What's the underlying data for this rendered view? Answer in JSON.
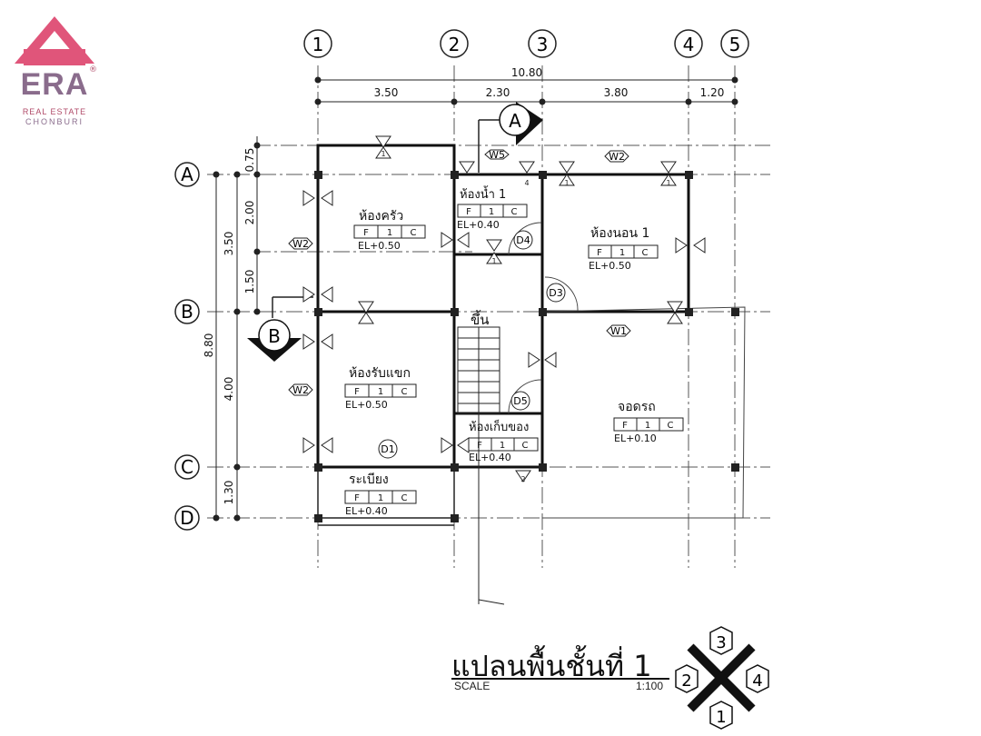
{
  "logo": {
    "brand": "ERA",
    "registered": "®",
    "sub1": "REAL ESTATE",
    "sub2": "CHONBURI",
    "roof_color": "#e0557a",
    "text_color": "#8a6c8c"
  },
  "grid_cols": [
    "1",
    "2",
    "3",
    "4",
    "5"
  ],
  "grid_rows": [
    "A",
    "B",
    "C",
    "D"
  ],
  "dims_top": {
    "total": "10.80",
    "spans": [
      "3.50",
      "2.30",
      "3.80",
      "1.20"
    ]
  },
  "dims_left": {
    "total": "8.80",
    "outer": [
      "3.50",
      "4.00",
      "1.30"
    ],
    "inner": [
      "0.75",
      "2.00",
      "1.50"
    ]
  },
  "rooms": [
    {
      "name": "ห้องครัว",
      "f": "F",
      "n": "1",
      "c": "C",
      "el": "EL+0.50"
    },
    {
      "name": "ห้องน้ำ 1",
      "f": "F",
      "n": "1",
      "c": "C",
      "el": "EL+0.40"
    },
    {
      "name": "ห้องนอน 1",
      "f": "F",
      "n": "1",
      "c": "C",
      "el": "EL+0.50"
    },
    {
      "name": "ห้องรับแขก",
      "f": "F",
      "n": "1",
      "c": "C",
      "el": "EL+0.50"
    },
    {
      "name": "ห้องเก็บของ",
      "f": "F",
      "n": "1",
      "c": "C",
      "el": "EL+0.40"
    },
    {
      "name": "จอดรถ",
      "f": "F",
      "n": "1",
      "c": "C",
      "el": "EL+0.10"
    },
    {
      "name": "ระเบียง",
      "f": "F",
      "n": "1",
      "c": "C",
      "el": "EL+0.40"
    }
  ],
  "windows": [
    "W5",
    "W2",
    "W2",
    "W2",
    "W1"
  ],
  "doors": [
    "D4",
    "D3",
    "D5",
    "D1"
  ],
  "stair_label": "ขึ้น",
  "sections": [
    "A",
    "B"
  ],
  "marks": {
    "one": "1",
    "two": "2",
    "four": "4"
  },
  "title": {
    "text": "แปลนพื้นชั้นที่ 1",
    "scale_label": "SCALE",
    "scale_value": "1:100"
  },
  "compass": [
    "3",
    "2",
    "4",
    "1"
  ]
}
